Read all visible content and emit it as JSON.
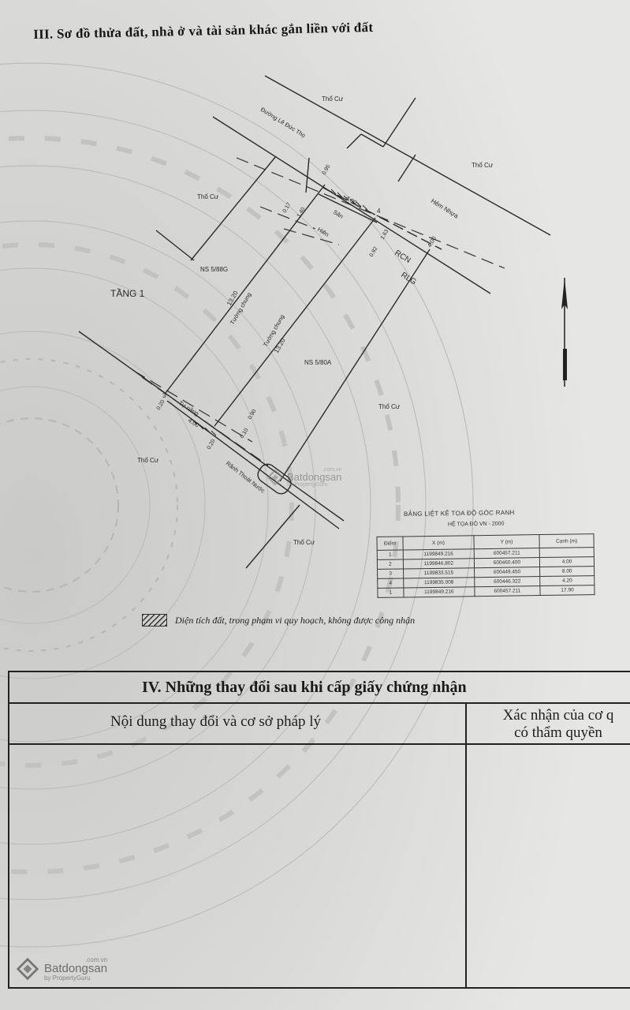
{
  "section3": {
    "title": "III. Sơ đồ thửa đất, nhà ở và tài sản khác gắn liền với đất"
  },
  "map": {
    "labels": {
      "tho_cu_top": "Thổ Cư",
      "tho_cu_right_top": "Thổ Cư",
      "tho_cu_left": "Thổ Cư",
      "tho_cu_right_mid": "Thổ Cư",
      "tho_cu_left_low": "Thổ Cư",
      "tho_cu_bottom": "Thổ Cư",
      "street_top": "Đường Lê Đức Thọ",
      "hem_nhua": "Hẻm Nhựa",
      "rcn": "RCN",
      "rlg": "RLG",
      "tang1": "TẦNG 1",
      "ns_left": "NS 5/88G",
      "ns_mid": "NS 5/80A",
      "tuong_chung_1": "Tường chung",
      "tuong_chung_2": "Tường chung",
      "dim_1320_a": "13.20",
      "dim_1320_b": "13.20",
      "san": "Sân",
      "hien": "Hiên",
      "dim_400_top": "4.00",
      "dim_400_bottom": "4.00",
      "dim_400_right": "4.00",
      "dim_095": "0.95",
      "dim_090": "0.90",
      "dim_017": "0.17",
      "dim_140": "1.40",
      "dim_163": "1.63",
      "dim_092": "0.92",
      "dim_010": "0.10",
      "dim_020": "0.20",
      "dim_020b": "0.20",
      "tu_nang": "Tự nâng",
      "ranh": "Rãnh Thoát Nước",
      "corner_3": "3",
      "corner_4": "4"
    }
  },
  "coord_table": {
    "caption": "BẢNG LIỆT KÊ TỌA ĐỘ GÓC RANH",
    "subcaption": "HỆ TỌA ĐỘ VN - 2000",
    "headers": [
      "Điểm",
      "X (m)",
      "Y (m)",
      "Cạnh (m)"
    ],
    "rows": [
      [
        "1",
        "1199849.216",
        "600457.211",
        ""
      ],
      [
        "2",
        "1199846.802",
        "600460.400",
        "4.00"
      ],
      [
        "3",
        "1199833.515",
        "600449.450",
        "8.00"
      ],
      [
        "4",
        "1199835.008",
        "600446.322",
        "4.20"
      ],
      [
        "1",
        "1199849.216",
        "600457.211",
        "17.90"
      ]
    ]
  },
  "legend": {
    "text": "Diện tích đất, trong phạm vi quy hoạch, không được công nhận"
  },
  "section4": {
    "title": "IV. Những thay đổi sau khi cấp giấy chứng nhận",
    "col1": "Nội dung thay đổi và cơ sở pháp lý",
    "col2_line1": "Xác nhận của cơ q",
    "col2_line2": "có thẩm quyền"
  },
  "watermark": {
    "brand": "Batdongsan",
    "tld": ".com.vn",
    "by": "by PropertyGuru"
  }
}
